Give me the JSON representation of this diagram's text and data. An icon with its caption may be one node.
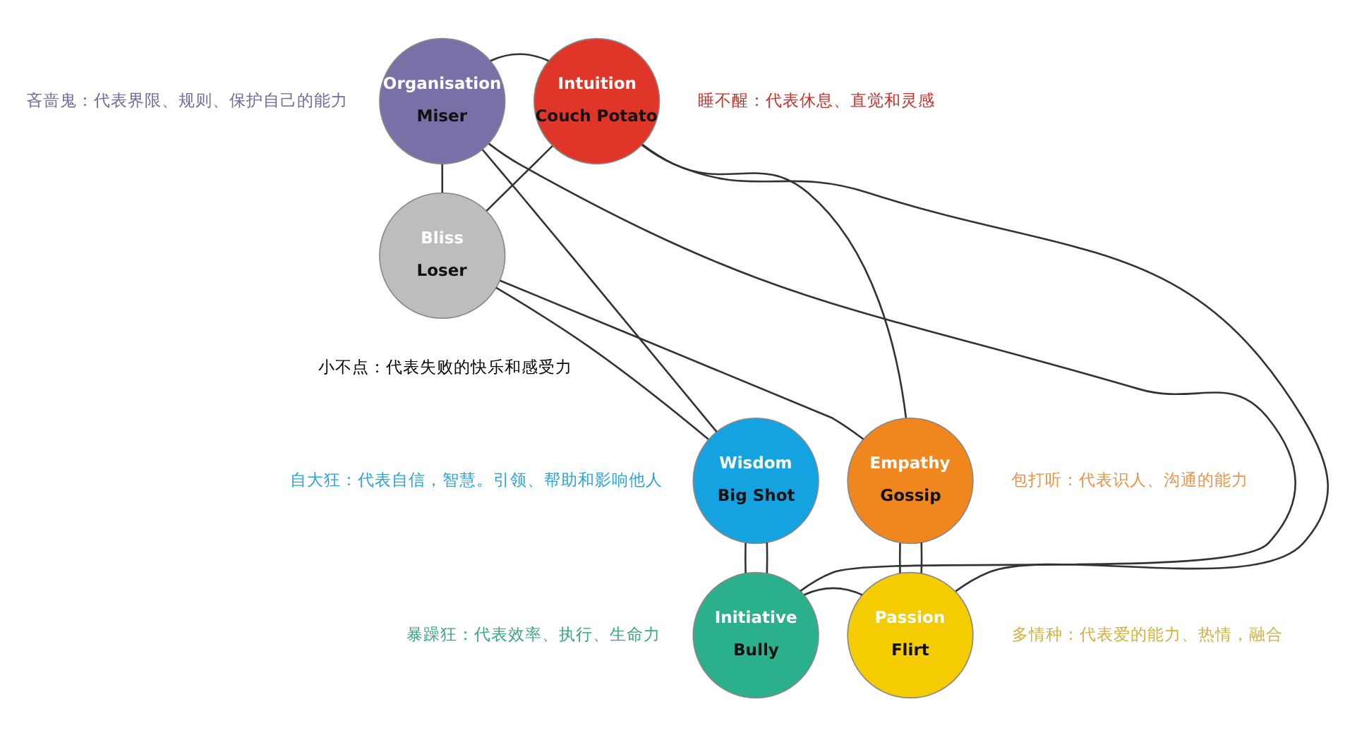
{
  "diagram": {
    "nodes": [
      {
        "text": [
          "Organisation",
          "Miser"
        ],
        "beside": [
          "吝啬鬼：代表界限、规则、保护自己的能力"
        ]
      },
      {
        "text": [
          "Intuition",
          "Couch Potato"
        ],
        "beside": [
          "睡不醒：代表休息、直觉和灵感"
        ]
      },
      {
        "text": [
          "Bliss",
          "Loser"
        ],
        "beside": [
          "小不点：代表失败的快乐和感受力"
        ]
      },
      {
        "text": [
          "Wisdom",
          "Big Shot"
        ],
        "beside": [
          "自大狂：代表自信，智慧。引领、帮助和影响他人"
        ]
      },
      {
        "text": [
          "Empathy",
          "Gossip"
        ],
        "beside": [
          "包打听：代表识人、沟通的能力"
        ]
      },
      {
        "text": [
          "Initiative",
          "Bully"
        ],
        "beside": [
          "暴躁狂：代表效率、执行、生命力"
        ]
      },
      {
        "text": [
          "Passion",
          "Flirt"
        ],
        "beside": [
          "多情种：代表爱的能力、热情，融合"
        ]
      }
    ],
    "edges": [
      {
        "from": 0,
        "to": 1,
        "arrow": "none"
      },
      {
        "from": 1,
        "to": 4,
        "arrow": "none"
      },
      {
        "from": 4,
        "to": 6,
        "arrow": "none"
      },
      {
        "from": 6,
        "to": 5,
        "arrow": "none"
      },
      {
        "from": 5,
        "to": 3,
        "arrow": "none"
      },
      {
        "from": 3,
        "to": 0,
        "arrow": "none"
      },
      {
        "from": 0,
        "to": 2,
        "arrow": "none"
      },
      {
        "from": 2,
        "to": 1,
        "arrow": "none"
      },
      {
        "from": 3,
        "to": 2,
        "arrow": "none"
      },
      {
        "from": 2,
        "to": 4,
        "arrow": "none"
      },
      {
        "from": 0,
        "to": 5,
        "arrow": "none"
      },
      {
        "from": 3,
        "to": 5,
        "arrow": "none"
      },
      {
        "from": 1,
        "to": 6,
        "arrow": "none"
      },
      {
        "from": 4,
        "to": 6,
        "arrow": "none"
      }
    ]
  }
}
